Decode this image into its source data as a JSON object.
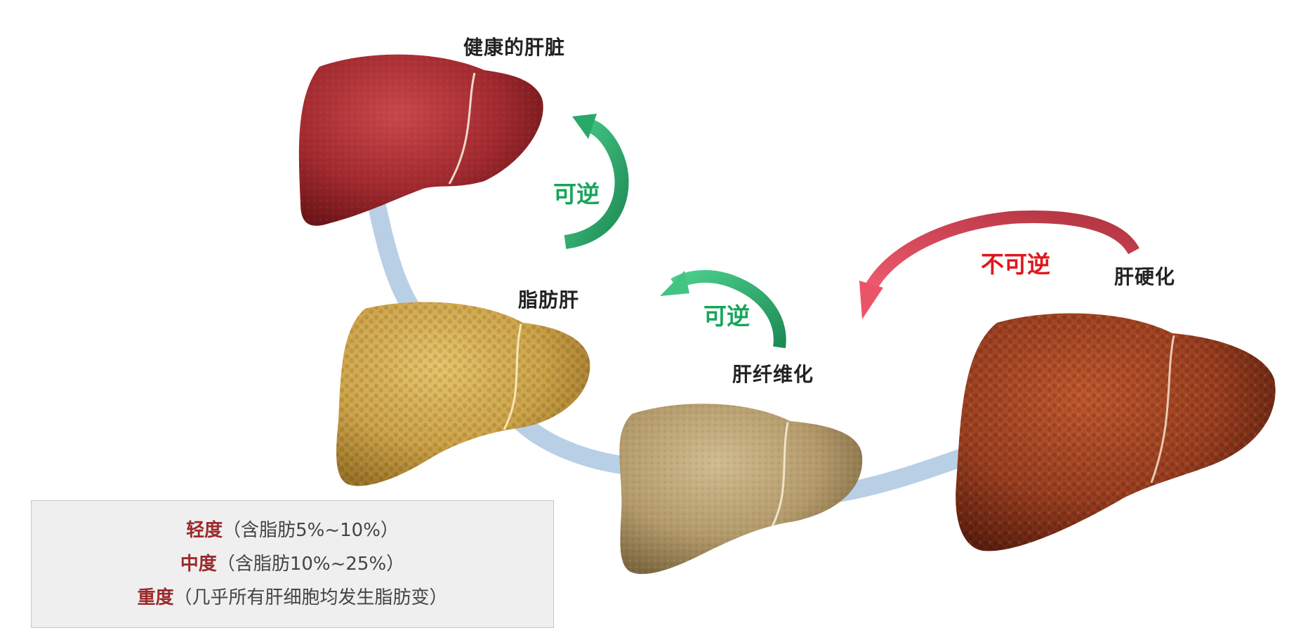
{
  "stages": {
    "healthy": "健康的肝脏",
    "fatty": "脂肪肝",
    "fibrosis": "肝纤维化",
    "cirrhosis": "肝硬化"
  },
  "arrows": {
    "fatty_to_healthy": "可逆",
    "fibrosis_to_fatty": "可逆",
    "cirrhosis": "不可逆"
  },
  "colors": {
    "reversible": "#17a55b",
    "irreversible": "#e0161c",
    "progression_path": "#b9cfe6",
    "healthy_liver": "#a12a2f",
    "fatty_liver": "#cda348",
    "fibrosis_liver": "#b39a6b",
    "cirrhosis_liver": "#9b3f20"
  },
  "severity": [
    {
      "name": "轻度",
      "detail": "（含脂肪5%~10%）"
    },
    {
      "name": "中度",
      "detail": "（含脂肪10%~25%）"
    },
    {
      "name": "重度",
      "detail": "（几乎所有肝细胞均发生脂肪变）"
    }
  ]
}
